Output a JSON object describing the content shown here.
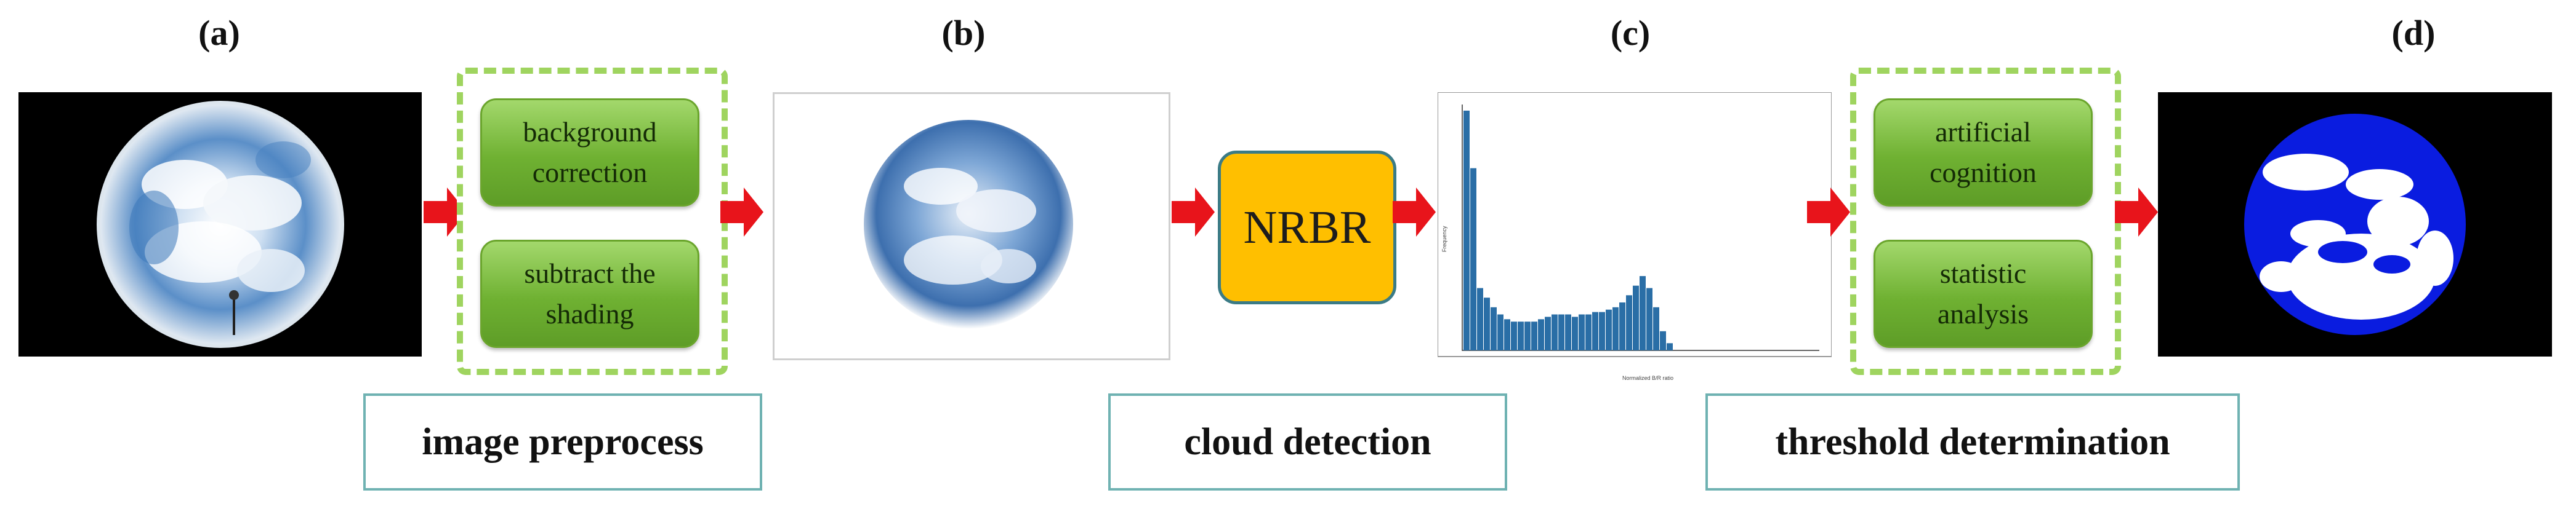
{
  "panels": {
    "a": "(a)",
    "b": "(b)",
    "c": "(c)",
    "d": "(d)"
  },
  "preprocess_steps": [
    "background\ncorrection",
    "subtract the\nshading"
  ],
  "threshold_steps": [
    "artificial\ncognition",
    "statistic\nanalysis"
  ],
  "nrbr": "NRBR",
  "stages": {
    "preprocess": "image preprocess",
    "detection": "cloud detection",
    "threshold": "threshold determination"
  },
  "histogram": {
    "xlabel": "Normalized B/R ratio",
    "ylabel": "Frequency",
    "values": [
      1.0,
      0.76,
      0.26,
      0.22,
      0.18,
      0.15,
      0.13,
      0.12,
      0.12,
      0.12,
      0.12,
      0.13,
      0.14,
      0.15,
      0.15,
      0.15,
      0.14,
      0.15,
      0.15,
      0.16,
      0.16,
      0.17,
      0.18,
      0.2,
      0.23,
      0.27,
      0.31,
      0.26,
      0.18,
      0.08,
      0.03
    ]
  },
  "colors": {
    "arrow": "#e8141b",
    "dash": "#9fd45f",
    "nrbr_fill": "#ffbf00",
    "stage_border": "#6fb2b2",
    "bar": "#2a6ea6"
  }
}
